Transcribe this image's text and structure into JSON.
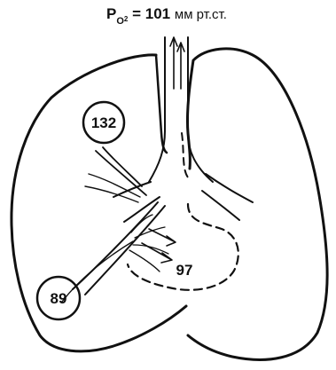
{
  "header": {
    "symbol": "P",
    "subscript": "O",
    "subscript_num": "2",
    "equals": "=",
    "value": "101",
    "unit": "мм рт.ст."
  },
  "labels": {
    "upper": "132",
    "lower": "89",
    "mixed": "97"
  }
}
